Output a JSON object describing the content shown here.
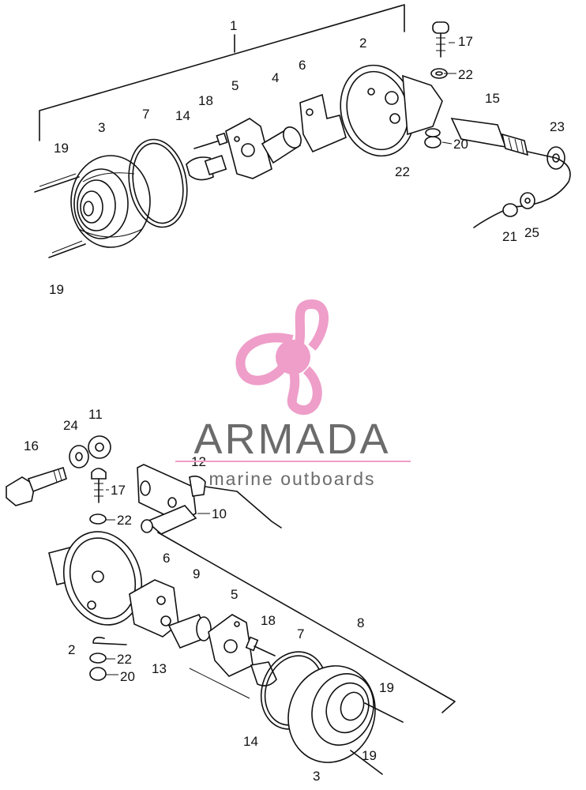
{
  "diagram": {
    "upper_labels": [
      "1",
      "2",
      "3",
      "4",
      "5",
      "6",
      "7",
      "14",
      "15",
      "17",
      "18",
      "19",
      "19",
      "20",
      "21",
      "22",
      "22",
      "23",
      "25"
    ],
    "lower_labels": [
      "2",
      "3",
      "5",
      "6",
      "7",
      "8",
      "9",
      "10",
      "11",
      "12",
      "13",
      "14",
      "16",
      "17",
      "18",
      "19",
      "19",
      "20",
      "22",
      "22",
      "24"
    ]
  },
  "watermark": {
    "brand": "ARMADA",
    "tagline": "marine outboards",
    "logo_color": "#ee9ec9",
    "text_color": "#6b6b6b"
  }
}
